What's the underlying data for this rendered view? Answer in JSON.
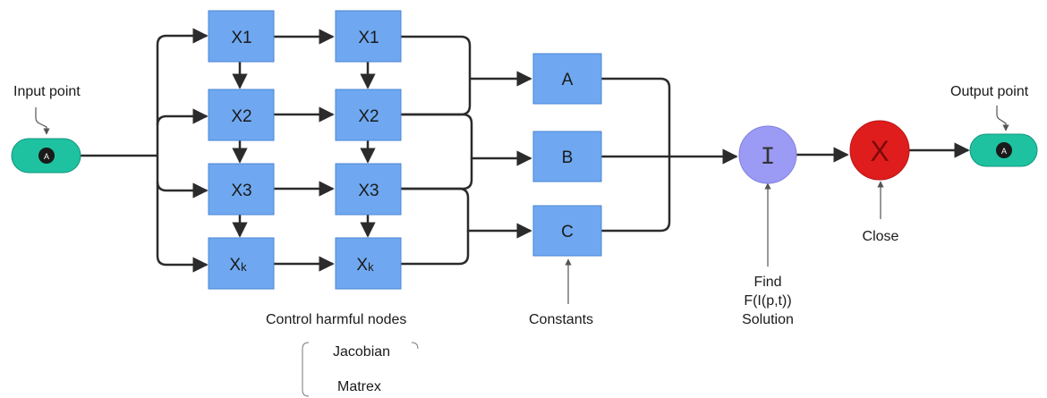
{
  "diagram": {
    "input": {
      "label": "Input point",
      "token": "A"
    },
    "output": {
      "label": "Output point",
      "token": "A"
    },
    "column1": [
      "X1",
      "X2",
      "X3",
      "X"
    ],
    "column2": [
      "X1",
      "X2",
      "X3",
      "X"
    ],
    "k_subscript": "k",
    "constants": [
      "A",
      "B",
      "C"
    ],
    "integrator": {
      "symbol": "I"
    },
    "closer": {
      "symbol": "X"
    },
    "captions": {
      "control": "Control harmful nodes",
      "jacobian": "Jacobian",
      "matrex": "Matrex",
      "constants": "Constants",
      "find_1": "Find",
      "find_2": "F(I(p,t))",
      "find_3": "Solution",
      "close": "Close"
    },
    "colors": {
      "box_fill": "#6fa8f0",
      "box_stroke": "#4a86d4",
      "pill_fill": "#1ec2a0",
      "token_fill": "#1a1a1a",
      "integrator_fill": "#9b9bf5",
      "closer_fill": "#e01d1d",
      "line": "#2b2b2b"
    }
  }
}
